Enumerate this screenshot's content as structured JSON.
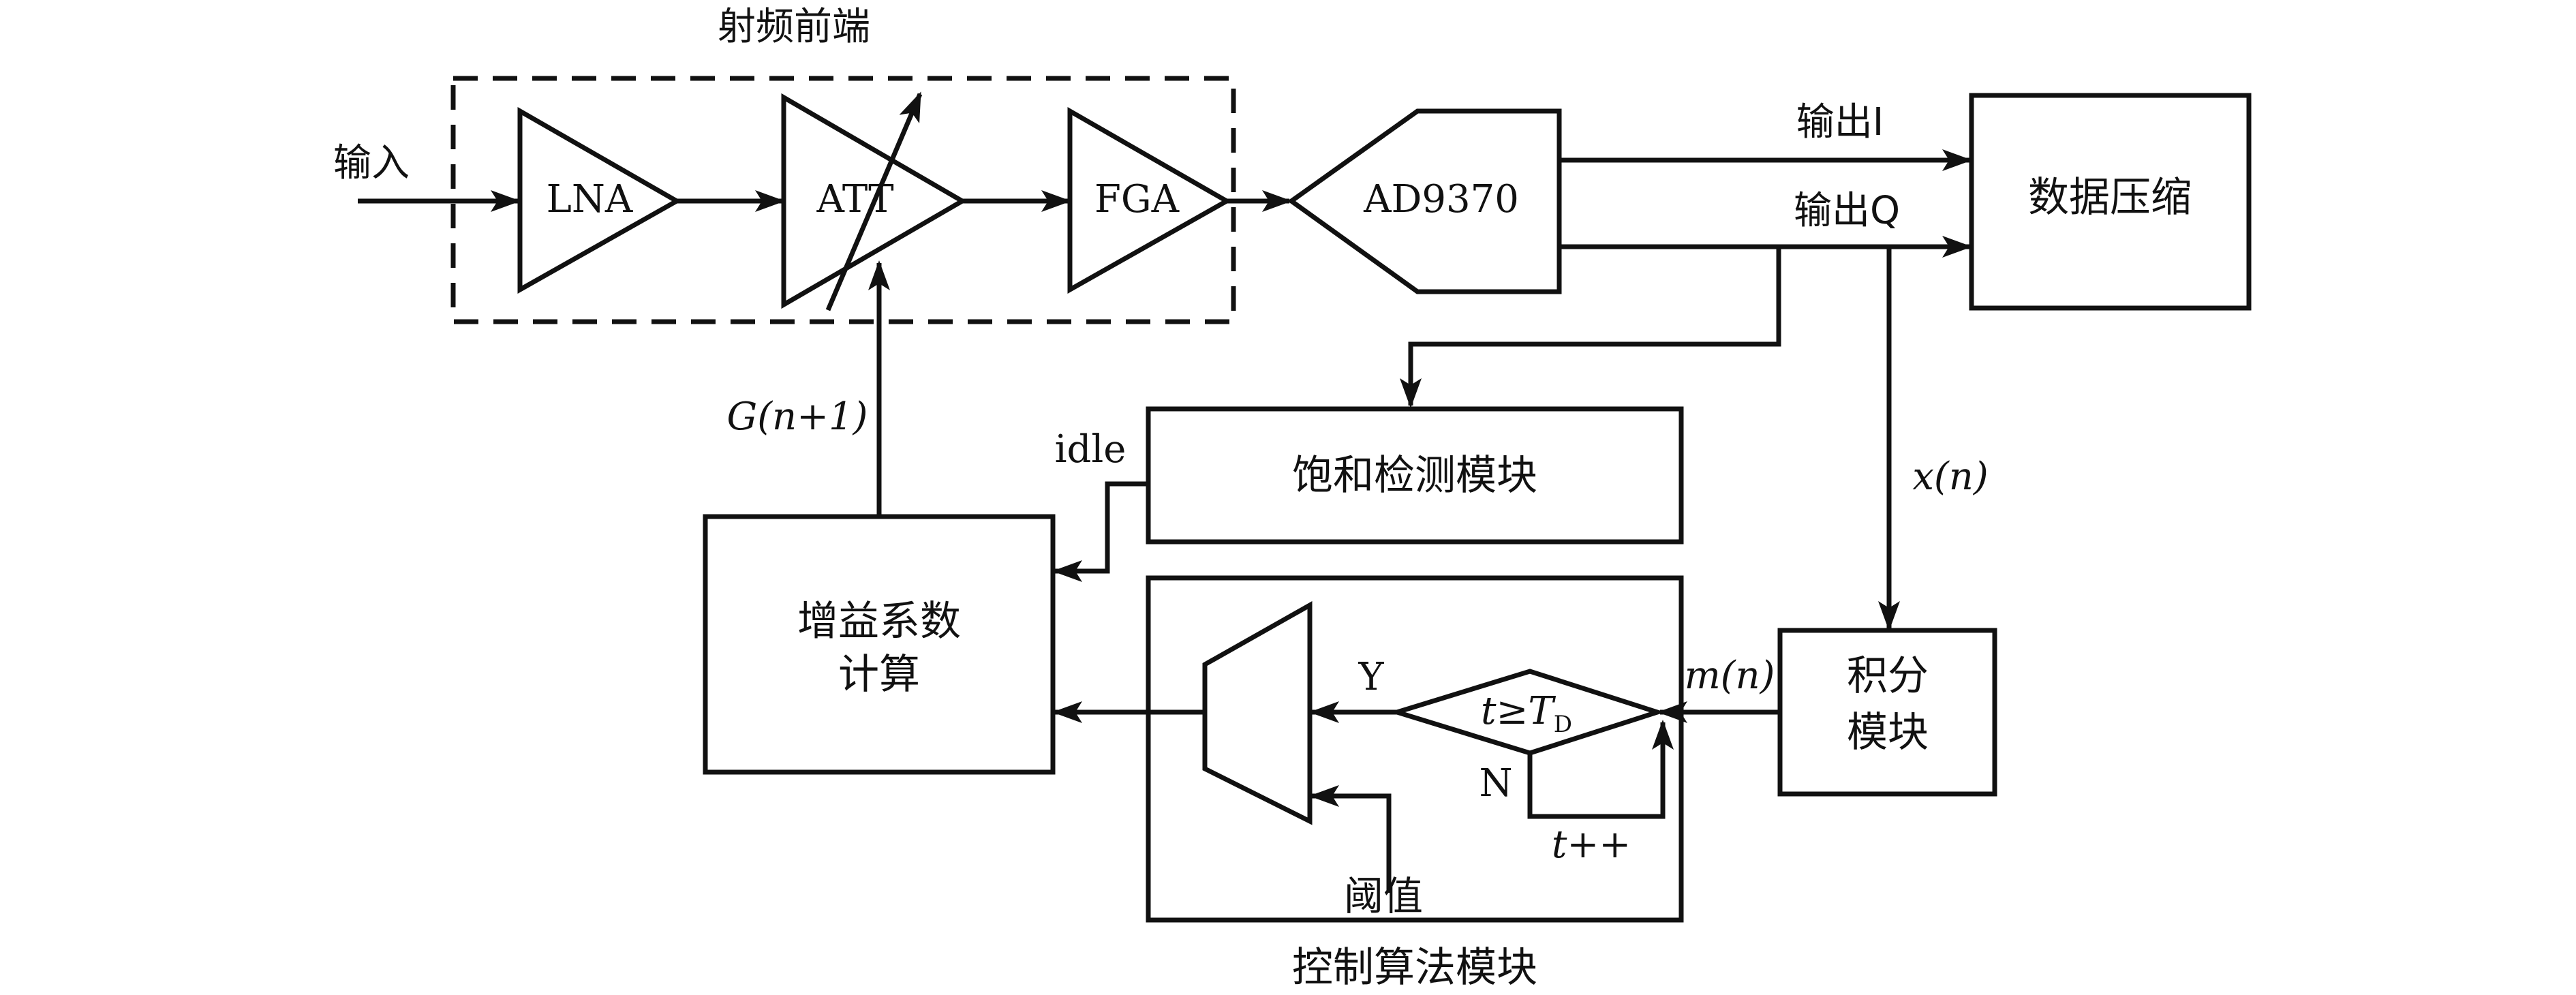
{
  "rf_frontend_title": "射频前端",
  "input_label": "输入",
  "lna_label": "LNA",
  "att_label": "ATT",
  "fga_label": "FGA",
  "adc_label": "AD9370",
  "output_i_label": "输出I",
  "output_q_label": "输出Q",
  "data_compress_label": "数据压缩",
  "gain_feedback_label": "G(n+1)",
  "idle_label": "idle",
  "saturation_detect_label": "饱和检测模块",
  "xn_label": "x(n)",
  "gain_calc_line1": "增益系数",
  "gain_calc_line2": "计算",
  "integrator_line1": "积分",
  "integrator_line2": "模块",
  "mn_label": "m(n)",
  "yes_label": "Y",
  "no_label": "N",
  "decision_t": "t",
  "decision_ge": "≥",
  "decision_T": "T",
  "decision_sub": "D",
  "increment_label": "t++",
  "threshold_label": "阈值",
  "control_algo_label": "控制算法模块"
}
